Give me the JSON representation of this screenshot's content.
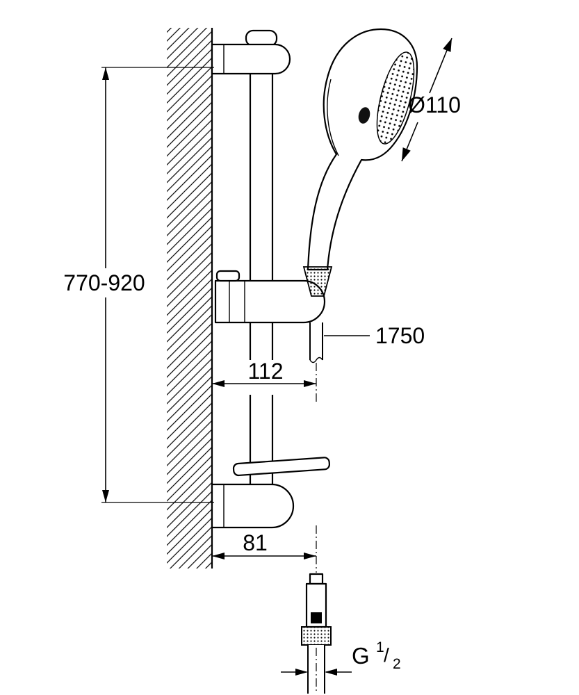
{
  "drawing": {
    "labels": {
      "height_range": "770-920",
      "head_diameter": "Ø110",
      "hose_length": "1750",
      "upper_offset": "112",
      "lower_offset": "81",
      "thread_prefix": "G",
      "thread_numerator": "1",
      "thread_slash": "/",
      "thread_denominator": "2"
    },
    "colors": {
      "ink": "#000000",
      "paper": "#ffffff"
    }
  }
}
